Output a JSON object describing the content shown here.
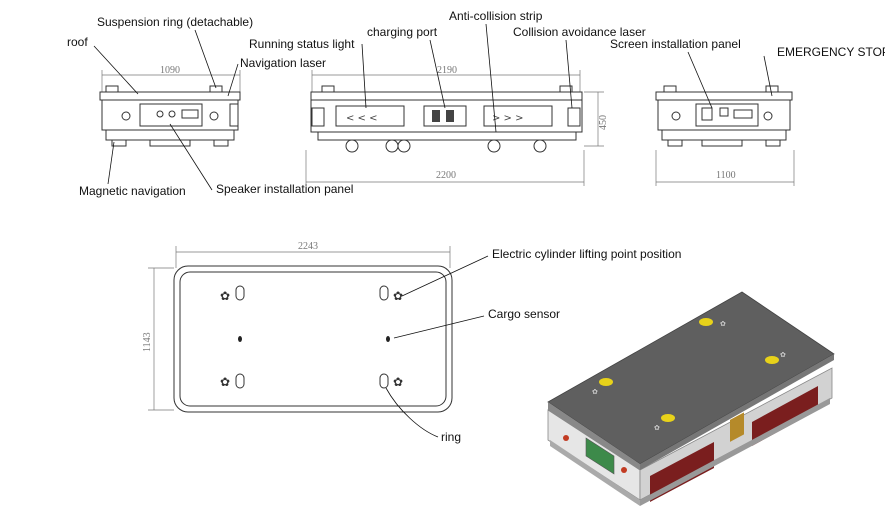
{
  "labels": {
    "roof": "roof",
    "suspension_ring": "Suspension ring (detachable)",
    "navigation_laser": "Navigation laser",
    "running_status_light": "Running status light",
    "charging_port": "charging port",
    "anti_collision_strip": "Anti-collision strip",
    "collision_avoidance_laser": "Collision avoidance laser",
    "screen_installation_panel": "Screen installation panel",
    "emergency_stop": "EMERGENCY STOP",
    "magnetic_navigation": "Magnetic navigation",
    "speaker_installation_panel": "Speaker installation panel",
    "electric_cylinder": "Electric cylinder lifting point position",
    "cargo_sensor": "Cargo sensor",
    "ring": "ring"
  },
  "dimensions": {
    "left_width": "1090",
    "front_top_width": "2190",
    "front_height": "450",
    "front_total_width": "2200",
    "right_width": "1100",
    "plan_length": "2243",
    "plan_width": "1143"
  },
  "colors": {
    "line": "#333333",
    "dim": "#777777",
    "top_surface": "#5f5f5f",
    "body_side": "#dcdcdc",
    "yellow_marker": "#e8d21a",
    "red_strip": "#7a1e1e",
    "screen_green": "#3d8a4a"
  }
}
